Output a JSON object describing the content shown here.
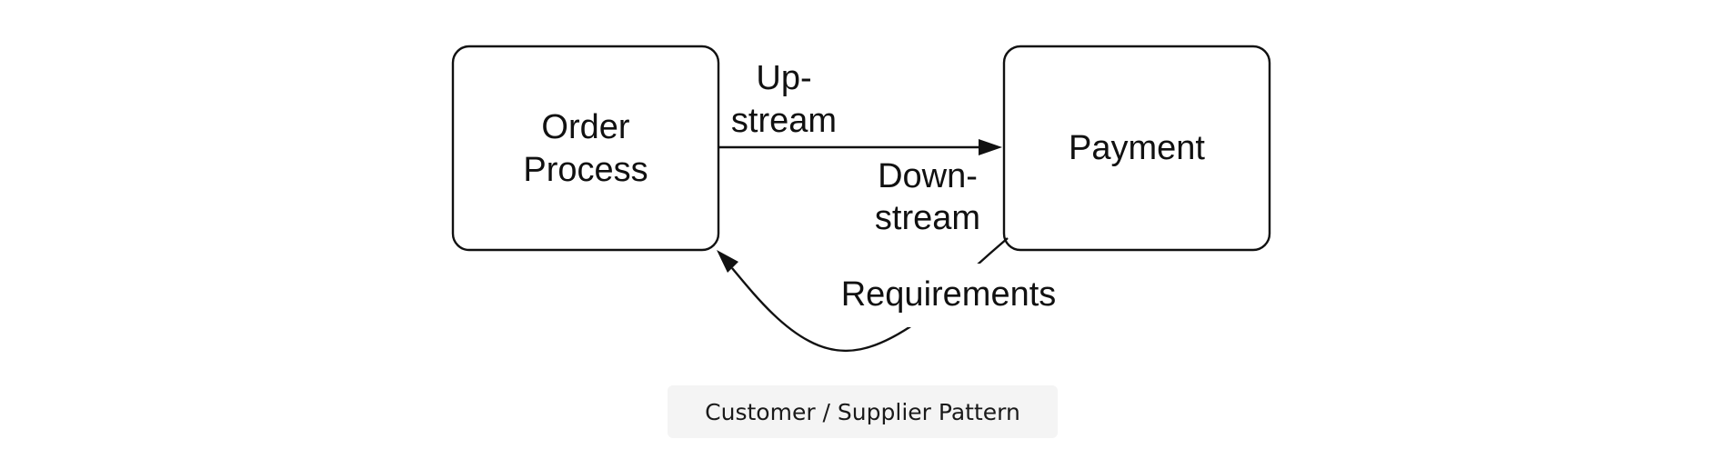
{
  "diagram": {
    "nodes": {
      "order_process": {
        "lines": [
          "Order",
          "Process"
        ]
      },
      "payment": {
        "lines": [
          "Payment"
        ]
      }
    },
    "edges": {
      "upstream": {
        "lines": [
          "Up-",
          "stream"
        ]
      },
      "downstream": {
        "lines": [
          "Down-",
          "stream"
        ]
      },
      "requirements": {
        "label": "Requirements"
      }
    }
  },
  "caption": {
    "text": "Customer / Supplier Pattern"
  },
  "colors": {
    "stroke": "#111111",
    "caption_background": "#f4f4f4",
    "background": "#ffffff"
  }
}
